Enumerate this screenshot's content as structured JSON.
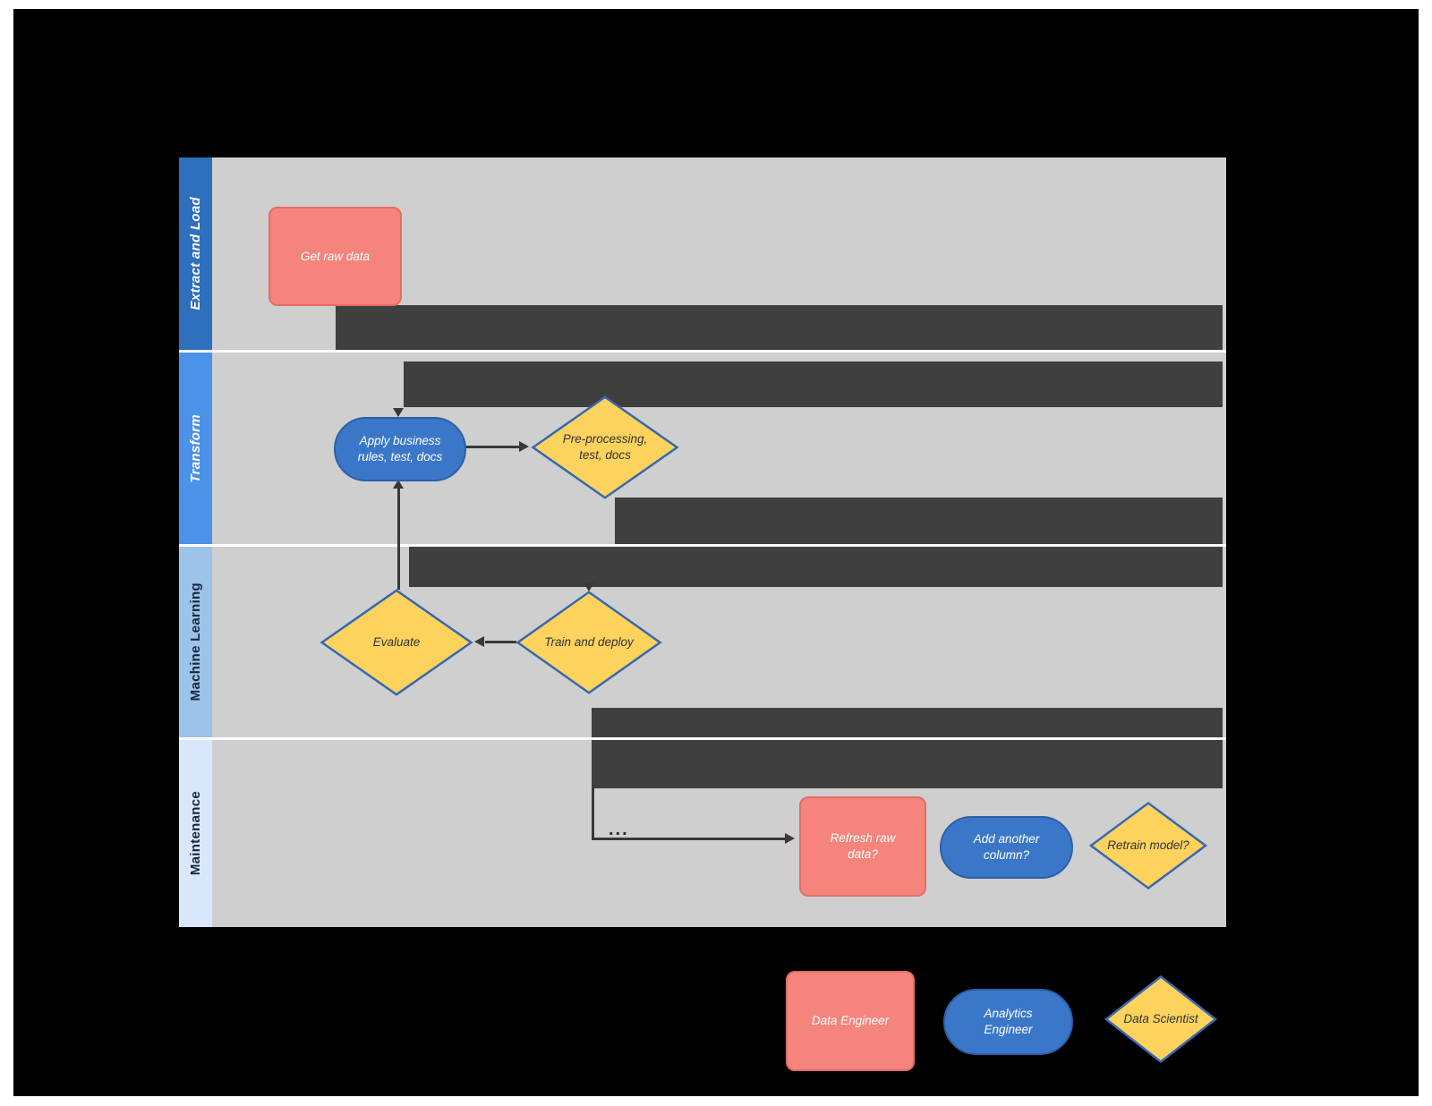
{
  "diagram": {
    "lanes": [
      {
        "label": "Extract and Load"
      },
      {
        "label": "Transform"
      },
      {
        "label": "Machine Learning"
      },
      {
        "label": "Maintenance"
      }
    ],
    "nodes": {
      "get_raw_data": {
        "label": "Get raw data",
        "type": "process"
      },
      "apply_business_rules": {
        "label": "Apply business rules, test, docs",
        "type": "terminator"
      },
      "preprocessing": {
        "label": "Pre-processing, test, docs",
        "type": "decision"
      },
      "evaluate": {
        "label": "Evaluate",
        "type": "decision"
      },
      "train_deploy": {
        "label": "Train and deploy",
        "type": "decision"
      },
      "refresh_raw_data": {
        "label": "Refresh raw data?",
        "type": "process"
      },
      "add_another_column": {
        "label": "Add another column?",
        "type": "terminator"
      },
      "retrain_model": {
        "label": "Retrain model?",
        "type": "decision"
      }
    },
    "connector_dots": "...",
    "legend": {
      "data_engineer": {
        "label": "Data Engineer"
      },
      "analytics_engineer": {
        "label": "Analytics Engineer"
      },
      "data_scientist": {
        "label": "Data Scientist"
      }
    },
    "colors": {
      "process_fill": "#f4847c",
      "terminator_fill": "#3b77c9",
      "decision_fill": "#fdd35e",
      "decision_border": "#3a67b0",
      "lane1_header": "#2e6fbe",
      "lane2_header": "#4b92e8",
      "lane3_header": "#9cc3e8",
      "lane4_header": "#d8e8fa",
      "lane_body": "#cfcfcf",
      "dark_region": "#3f3f3f",
      "canvas_background": "#000000"
    }
  }
}
